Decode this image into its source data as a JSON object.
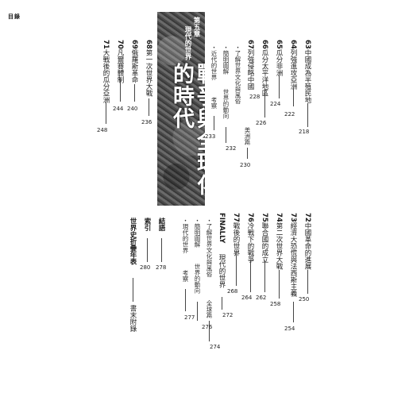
{
  "page_label": "目錄",
  "chapter": {
    "label": "第五章",
    "subtitle": "現代的世界",
    "title": "戰爭與全球化的時代"
  },
  "top_entries": [
    {
      "num": "63",
      "title": "中國成為半殖民地",
      "page": "218"
    },
    {
      "num": "64",
      "title": "列強進攻亞洲",
      "page": "222"
    },
    {
      "num": "65",
      "title": "瓜分非洲",
      "page": "224"
    },
    {
      "num": "66",
      "title": "瓜分太平洋地區",
      "page": "226"
    },
    {
      "num": "67",
      "title": "列強侵略中國",
      "page": "228"
    },
    {
      "num": "68",
      "title": "第一次世界大戰",
      "page": "236"
    },
    {
      "num": "69",
      "title": "俄羅斯革命",
      "page": "240"
    },
    {
      "num": "70",
      "title": "凡爾賽體制",
      "page": "244"
    },
    {
      "num": "71",
      "title": "大戰後的瓜分亞洲",
      "page": "248"
    }
  ],
  "top_sub": {
    "culture_a": "・了解世界文化與風俗",
    "culture_b": "美洲篇",
    "culture_page": "230",
    "diagram_a": "・簡明圖解",
    "diagram_b": "世界的動向",
    "diagram_page": "232",
    "exam_a": "・近代的世界",
    "exam_b": "考察",
    "exam_page": "233"
  },
  "bottom_entries": [
    {
      "num": "72",
      "title": "中國革命的進展",
      "page": "250"
    },
    {
      "num": "73",
      "title": "經濟大恐慌與法西斯主義",
      "page": "254"
    },
    {
      "num": "74",
      "title": "第二次世界大戰",
      "page": "258"
    },
    {
      "num": "75",
      "title": "聯合國的成立",
      "page": "262"
    },
    {
      "num": "76",
      "title": "冷戰下的戰爭",
      "page": "264"
    },
    {
      "num": "77",
      "title": "戰後的世界",
      "page": "268"
    }
  ],
  "bottom_sub": {
    "finally": "FINALLY",
    "finally_title": "現代的世界",
    "finally_page": "272",
    "culture_a": "・了解世界文化與風俗",
    "culture_b": "全球篇",
    "culture_page": "274",
    "diagram_a": "・簡明圖解",
    "diagram_b": "世界的動向",
    "diagram_page": "276",
    "exam_a": "・現代的世界",
    "exam_b": "考察",
    "exam_page": "277"
  },
  "back_matter": {
    "conclusion": "結語",
    "conclusion_page": "278",
    "index": "索引",
    "index_page": "280",
    "chronology": "世界史折疊年表",
    "appendix": "書末附錄"
  }
}
